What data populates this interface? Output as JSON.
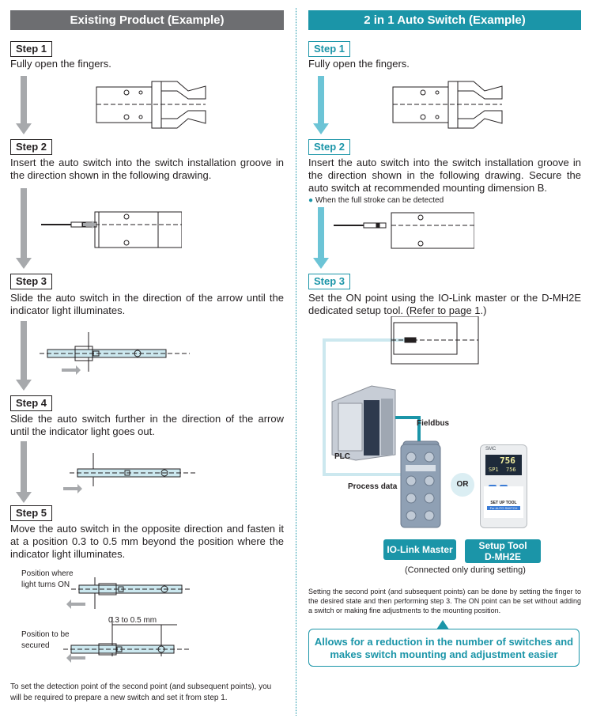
{
  "left": {
    "heading": "Existing Product (Example)",
    "steps": [
      {
        "label": "Step 1",
        "text": "Fully open the fingers."
      },
      {
        "label": "Step 2",
        "text": "Insert the auto switch into the switch installation groove in the direction shown in the following drawing."
      },
      {
        "label": "Step 3",
        "text": "Slide the auto switch in the direction of the arrow until the indicator light illuminates."
      },
      {
        "label": "Step 4",
        "text": "Slide the auto switch further in the direction of the arrow until the indicator light goes out."
      },
      {
        "label": "Step 5",
        "text": "Move the auto switch in the opposite direction and fasten it at a position 0.3 to 0.5 mm beyond the position where the indicator light illuminates."
      }
    ],
    "labels": {
      "light_on": "Position where light turns ON",
      "dimension": "0.3 to 0.5 mm",
      "secured": "Position to be secured"
    },
    "footer": "To set the detection point of the second point (and subsequent points), you will be required to prepare a new switch and set it from step 1."
  },
  "right": {
    "heading": "2 in 1 Auto Switch (Example)",
    "steps": [
      {
        "label": "Step 1",
        "text": "Fully open the fingers."
      },
      {
        "label": "Step 2",
        "text": "Insert the auto switch into the switch installation groove in the direction shown in the following drawing. Secure the auto switch at recommended mounting dimension B."
      },
      {
        "label": "Step 3",
        "text": "Set the ON point using the IO-Link master or the D-MH2E dedicated setup tool. (Refer to page 1.)"
      }
    ],
    "note": "When the full stroke can be detected",
    "diagram": {
      "fieldbus": "Fieldbus",
      "plc": "PLC",
      "process_data": "Process data",
      "or": "OR",
      "io_link_master": "IO-Link Master",
      "setup_tool_line1": "Setup Tool",
      "setup_tool_line2": "D-MH2E",
      "connected_note": "(Connected only during setting)",
      "display_top": "756",
      "display_sp": "SP1",
      "display_sp_val": "756",
      "tool_title": "SET UP TOOL",
      "tool_sub": "For AUTO SWITCH",
      "brand": "SMC"
    },
    "footer": "Setting the second point (and subsequent points) can be done by setting the finger to the desired state and then performing step 3. The ON point can be set without adding a switch or making fine adjustments to the mounting position.",
    "callout": "Allows for a reduction in the number of switches and makes switch mounting and adjustment easier"
  }
}
